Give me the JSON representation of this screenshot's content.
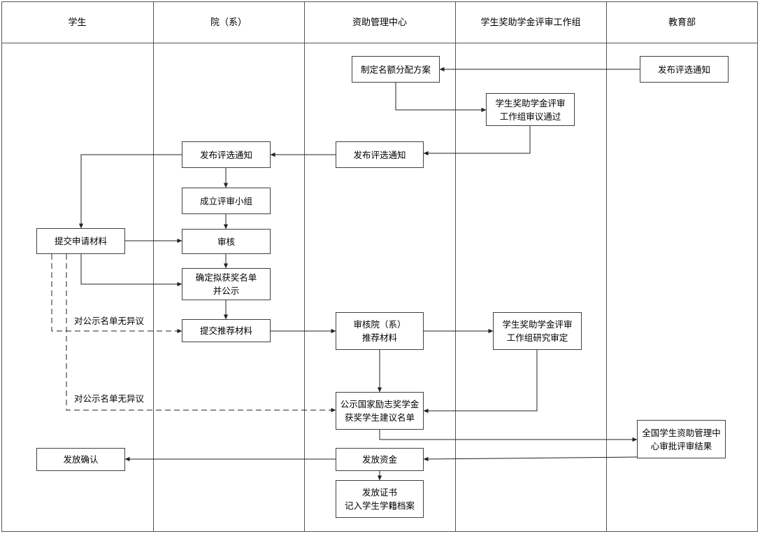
{
  "lanes": [
    {
      "label": "学生"
    },
    {
      "label": "院（系）"
    },
    {
      "label": "资助管理中心"
    },
    {
      "label": "学生奖助学金评审工作组"
    },
    {
      "label": "教育部"
    }
  ],
  "nodes": {
    "moe_notice": {
      "lines": [
        "发布评选通知"
      ]
    },
    "quota_plan": {
      "lines": [
        "制定名额分配方案"
      ]
    },
    "panel_approve": {
      "lines": [
        "学生奖助学金评审",
        "工作组审议通过"
      ]
    },
    "center_notice": {
      "lines": [
        "发布评选通知"
      ]
    },
    "dept_notice": {
      "lines": [
        "发布评选通知"
      ]
    },
    "form_panel": {
      "lines": [
        "成立评审小组"
      ]
    },
    "submit_materials": {
      "lines": [
        "提交申请材料"
      ]
    },
    "review": {
      "lines": [
        "审核"
      ]
    },
    "confirm_list": {
      "lines": [
        "确定拟获奖名单",
        "并公示"
      ]
    },
    "submit_recommend": {
      "lines": [
        "提交推荐材料"
      ]
    },
    "center_review": {
      "lines": [
        "审核院（系）",
        "推荐材料"
      ]
    },
    "panel_decide": {
      "lines": [
        "学生奖助学金评审",
        "工作组研究审定"
      ]
    },
    "publicize": {
      "lines": [
        "公示国家励志奖学金",
        "获奖学生建议名单"
      ]
    },
    "national_approve": {
      "lines": [
        "全国学生资助管理中",
        "心审批评审结果"
      ]
    },
    "disburse": {
      "lines": [
        "发放资金"
      ]
    },
    "confirm_receipt": {
      "lines": [
        "发放确认"
      ]
    },
    "certificate": {
      "lines": [
        "发放证书",
        "记入学生学籍档案"
      ]
    }
  },
  "annotations": {
    "no_objection_1": "对公示名单无异议",
    "no_objection_2": "对公示名单无异议"
  }
}
